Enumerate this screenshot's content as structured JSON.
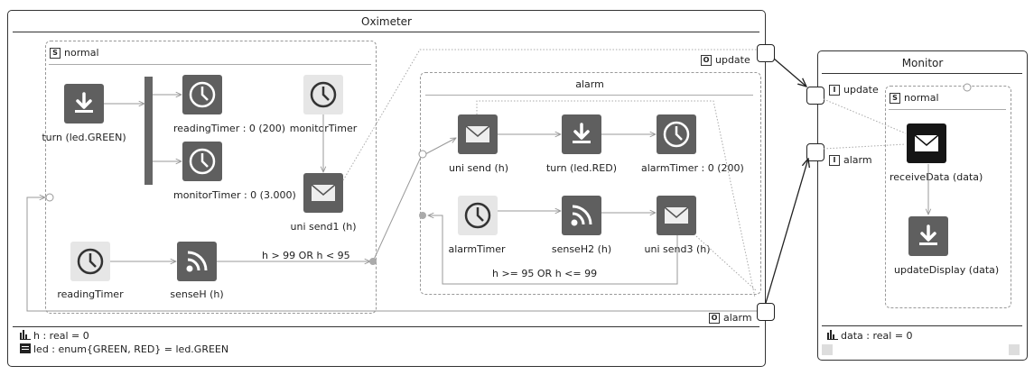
{
  "oximeter": {
    "title": "Oximeter",
    "states": {
      "normal": {
        "tag": "S",
        "label": "normal"
      },
      "alarm": {
        "label": "alarm"
      }
    },
    "ports": {
      "update": {
        "tag": "O",
        "label": "update"
      },
      "alarm": {
        "tag": "O",
        "label": "alarm"
      }
    },
    "nodes": {
      "turn_green": "turn (led.GREEN)",
      "reading_timer_set": "readingTimer : 0 (200)",
      "monitor_timer_set": "monitorTimer : 0 (3.000)",
      "monitor_timer": "monitorTimer",
      "uni_send1": "uni send1 (h)",
      "reading_timer": "readingTimer",
      "sense_h": "senseH (h)",
      "uni_send": "uni send (h)",
      "turn_red": "turn (led.RED)",
      "alarm_timer_set": "alarmTimer : 0 (200)",
      "alarm_timer": "alarmTimer",
      "sense_h2": "senseH2 (h)",
      "uni_send3": "uni send3 (h)"
    },
    "guards": {
      "to_alarm": "h > 99 OR h < 95",
      "to_normal": "h >= 95 OR h <= 99"
    },
    "variables": [
      {
        "icon": "bar-chart-icon",
        "text": "h : real = 0"
      },
      {
        "icon": "list-icon",
        "text": "led : enum{GREEN, RED} = led.GREEN"
      }
    ]
  },
  "monitor": {
    "title": "Monitor",
    "state": {
      "tag": "S",
      "label": "normal"
    },
    "ports": {
      "update": {
        "tag": "I",
        "label": "update"
      },
      "alarm": {
        "tag": "I",
        "label": "alarm"
      }
    },
    "nodes": {
      "receive_data": "receiveData (data)",
      "update_display": "updateDisplay (data)"
    },
    "variables": [
      {
        "icon": "bar-chart-icon",
        "text": "data : real = 0"
      }
    ]
  }
}
